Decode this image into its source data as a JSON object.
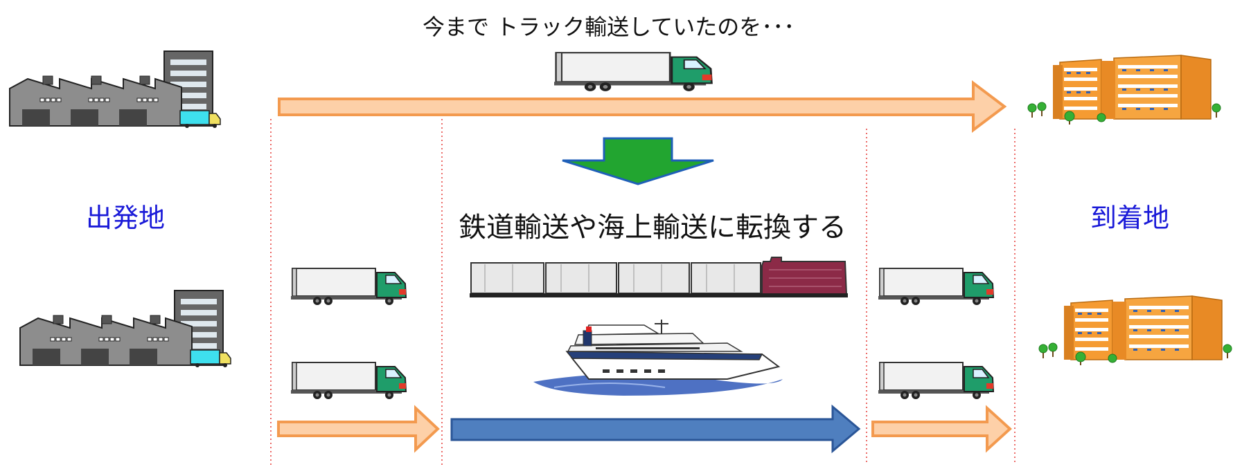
{
  "heading": "今まで トラック輸送していたのを･･･",
  "modal_shift_label": "鉄道輸送や海上輸送に転換する",
  "origin_label": "出発地",
  "destination_label": "到着地",
  "colors": {
    "truck_arrow_fill": "#fdd0a8",
    "truck_arrow_stroke": "#f39a4f",
    "sea_rail_arrow_fill": "#4f7fbf",
    "sea_rail_arrow_stroke": "#2a5597",
    "down_arrow_fill": "#22a530",
    "down_arrow_stroke": "#1f5fb8",
    "place_label": "#1a1ad8",
    "divider": "#e53935"
  },
  "icons": [
    "factory-icon",
    "apartment-building-icon",
    "truck-icon",
    "freight-train-icon",
    "ferry-ship-icon"
  ]
}
